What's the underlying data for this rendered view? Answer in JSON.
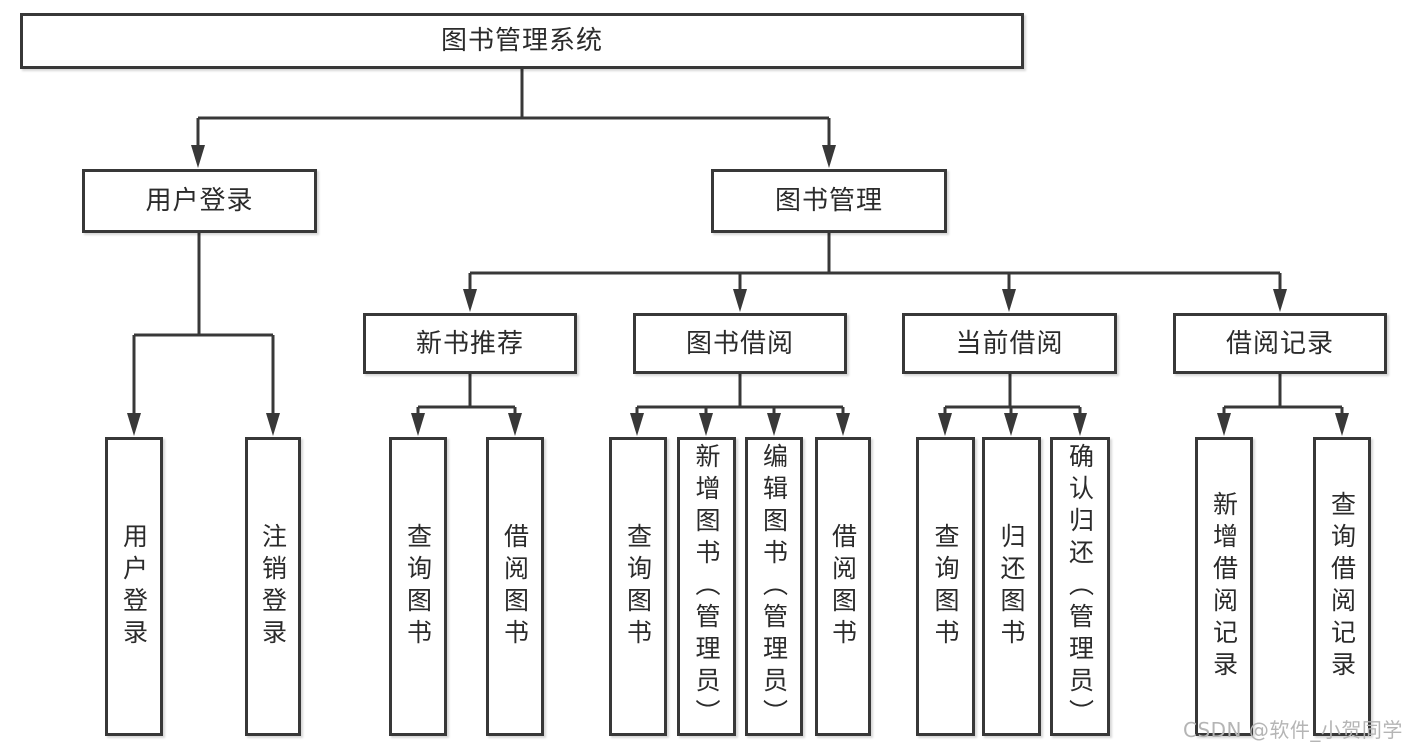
{
  "tree": {
    "label": "图书管理系统",
    "children": [
      {
        "label": "用户登录",
        "children": [
          {
            "label": "用户登录"
          },
          {
            "label": "注销登录"
          }
        ]
      },
      {
        "label": "图书管理",
        "children": [
          {
            "label": "新书推荐",
            "children": [
              {
                "label": "查询图书"
              },
              {
                "label": "借阅图书"
              }
            ]
          },
          {
            "label": "图书借阅",
            "children": [
              {
                "label": "查询图书"
              },
              {
                "label": "新增图书（管理员）"
              },
              {
                "label": "编辑图书（管理员）"
              },
              {
                "label": "借阅图书"
              }
            ]
          },
          {
            "label": "当前借阅",
            "children": [
              {
                "label": "查询图书"
              },
              {
                "label": "归还图书"
              },
              {
                "label": "确认归还（管理员）"
              }
            ]
          },
          {
            "label": "借阅记录",
            "children": [
              {
                "label": "新增借阅记录"
              },
              {
                "label": "查询借阅记录"
              }
            ]
          }
        ]
      }
    ]
  },
  "watermark": "CSDN @软件_小贺同学",
  "colors": {
    "line": "#383838",
    "box_fill": "#ffffff",
    "text": "#2b2b2b",
    "watermark": "#b5b5b5"
  }
}
